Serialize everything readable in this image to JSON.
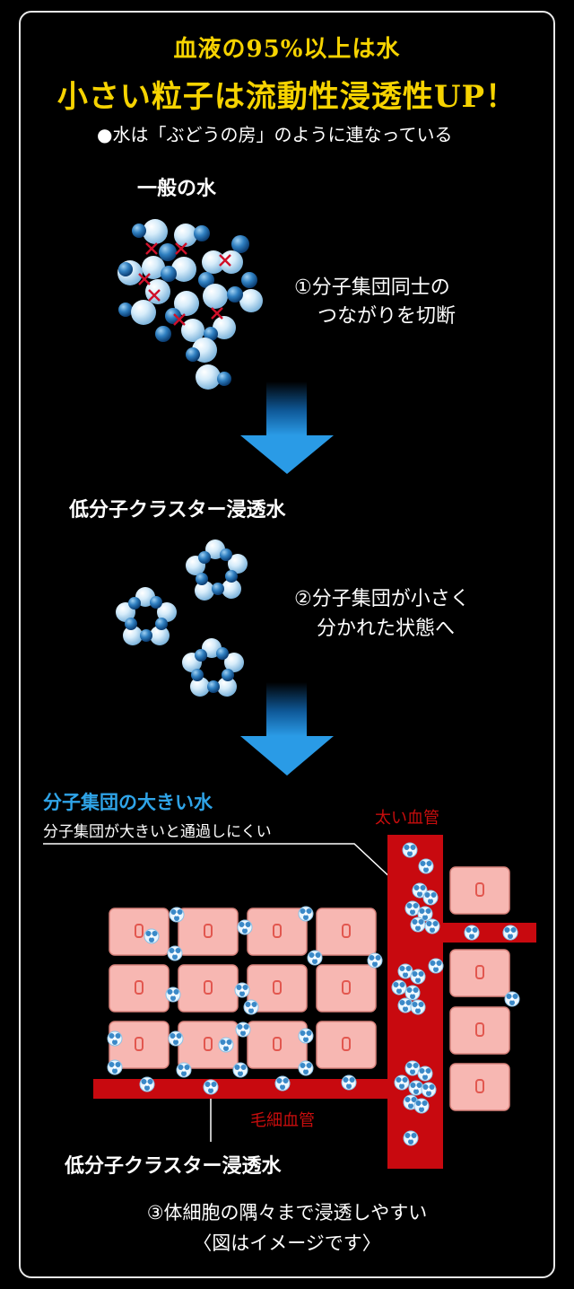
{
  "header": {
    "line1": "血液の95%以上は水",
    "line2": "小さい粒子は流動性浸透性UP！",
    "bullet": "●水は「ぶどうの房」のように連なっている"
  },
  "section1": {
    "title": "一般の水",
    "note_line1": "①分子集団同士の",
    "note_line2": "つながりを切断"
  },
  "section2": {
    "title": "低分子クラスター浸透水",
    "note_line1": "②分子集団が小さく",
    "note_line2": "分かれた状態へ"
  },
  "section3": {
    "large_cluster_title": "分子集団の大きい水",
    "large_cluster_desc": "分子集団が大きいと通過しにくい",
    "thick_vessel_label": "太い血管",
    "capillary_label": "毛細血管",
    "low_cluster_label": "低分子クラスター浸透水"
  },
  "footer": {
    "line1": "③体細胞の隅々まで浸透しやすい",
    "line2": "〈図はイメージです〉"
  },
  "colors": {
    "title_yellow": "#f6d300",
    "title_blue": "#2fa4e8",
    "vessel_red": "#c8090f",
    "cell_pink": "#f7b7b2",
    "arrow_blue": "#1e88d0"
  }
}
